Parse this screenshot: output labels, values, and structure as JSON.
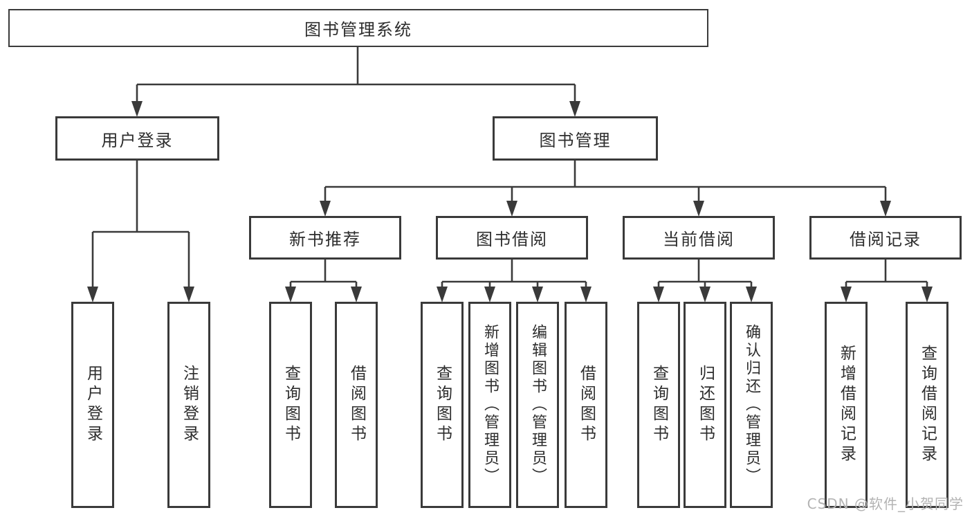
{
  "tree": {
    "label": "图书管理系统",
    "children": [
      {
        "label": "用户登录",
        "children": [
          {
            "label": "用户登录"
          },
          {
            "label": "注销登录"
          }
        ]
      },
      {
        "label": "图书管理",
        "children": [
          {
            "label": "新书推荐",
            "children": [
              {
                "label": "查询图书"
              },
              {
                "label": "借阅图书"
              }
            ]
          },
          {
            "label": "图书借阅",
            "children": [
              {
                "label": "查询图书"
              },
              {
                "label": "新增图书（管理员）"
              },
              {
                "label": "编辑图书（管理员）"
              },
              {
                "label": "借阅图书"
              }
            ]
          },
          {
            "label": "当前借阅",
            "children": [
              {
                "label": "查询图书"
              },
              {
                "label": "归还图书"
              },
              {
                "label": "确认归还（管理员）"
              }
            ]
          },
          {
            "label": "借阅记录",
            "children": [
              {
                "label": "新增借阅记录"
              },
              {
                "label": "查询借阅记录"
              }
            ]
          }
        ]
      }
    ]
  },
  "colors": {
    "line": "#3a3a3a",
    "text": "#2d2d2d",
    "watermark": "#b3b3b3",
    "background": "#ffffff"
  },
  "watermark": {
    "text": "CSDN @软件_小贺同学"
  }
}
